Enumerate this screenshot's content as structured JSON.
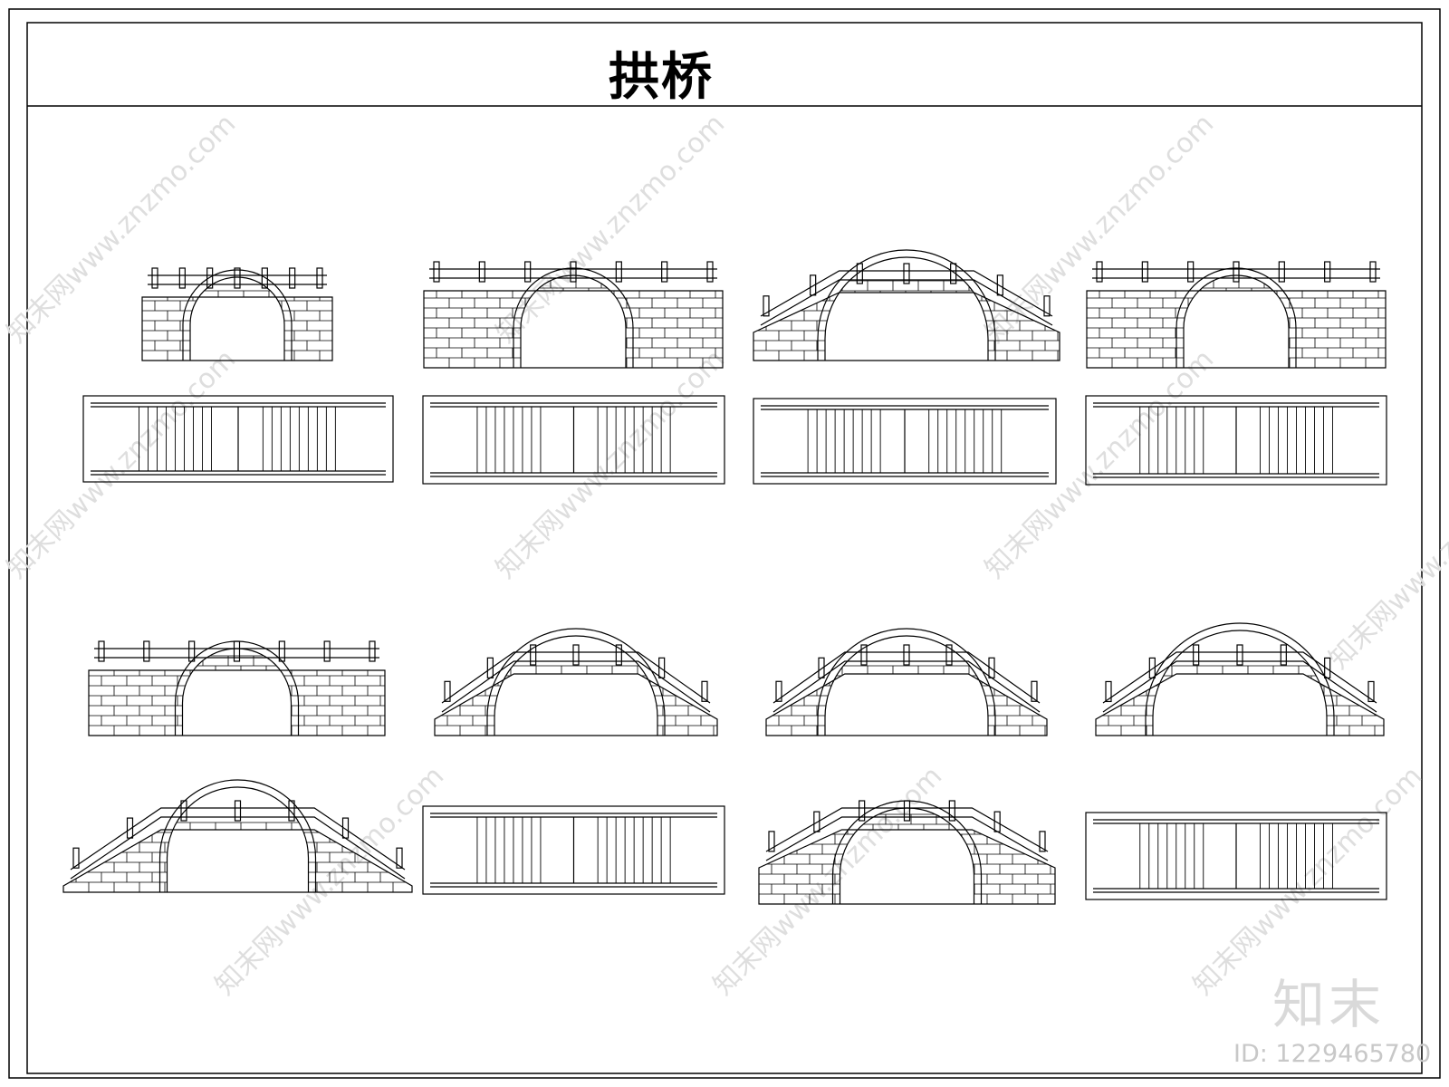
{
  "drawing": {
    "title": "拱桥",
    "logo": "知末",
    "id_label": "ID: 1229465780",
    "watermark": "知末网www.znzmo.com",
    "line_color": "#000000",
    "watermark_color": "#dedede"
  }
}
